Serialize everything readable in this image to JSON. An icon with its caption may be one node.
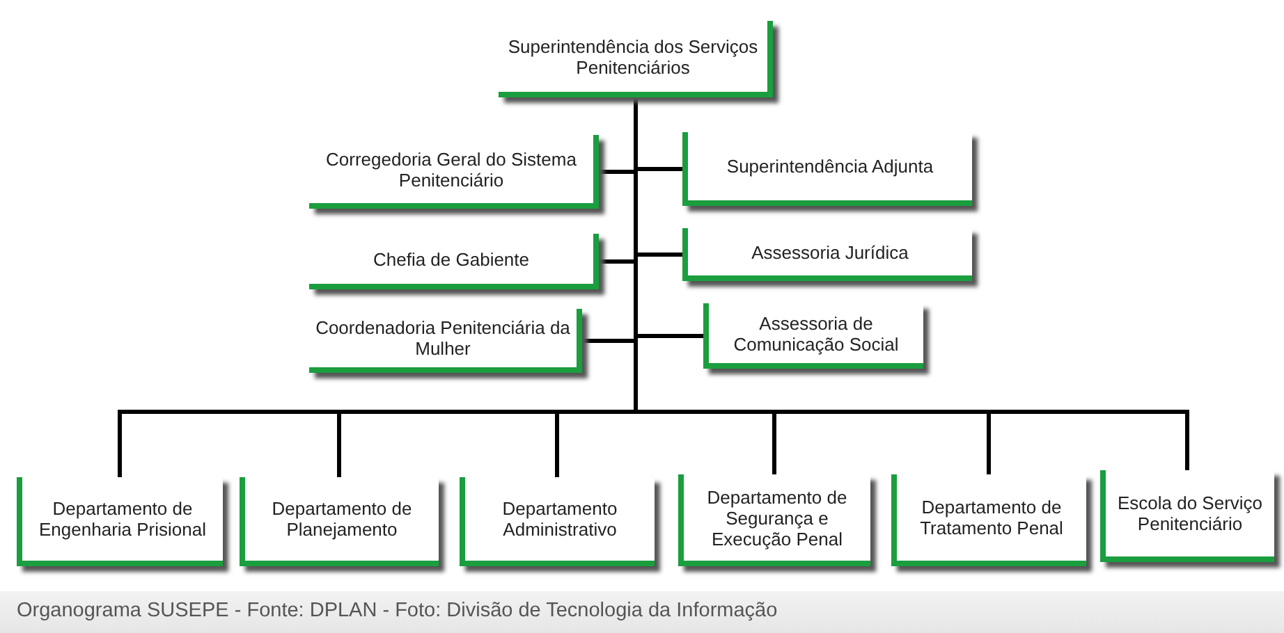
{
  "diagram": {
    "caption": "Organograma SUSEPE - Fonte: DPLAN - Foto: Divisão de Tecnologia da Informação",
    "nodes": [
      {
        "text": [
          "Superintendência dos Serviços Penitenciários"
        ]
      },
      {
        "text": [
          "Corregedoria Geral do Sistema Penitenciário"
        ]
      },
      {
        "text": [
          "Superintendência Adjunta"
        ]
      },
      {
        "text": [
          "Chefia de Gabiente"
        ]
      },
      {
        "text": [
          "Assessoria Jurídica"
        ]
      },
      {
        "text": [
          "Coordenadoria Penitenciária da Mulher"
        ]
      },
      {
        "text": [
          "Assessoria de Comunicação Social"
        ]
      },
      {
        "text": [
          "Departamento de Engenharia Prisional"
        ]
      },
      {
        "text": [
          "Departamento de Planejamento"
        ]
      },
      {
        "text": [
          "Departamento Administrativo"
        ]
      },
      {
        "text": [
          "Departamento de Segurança e Execução Penal"
        ]
      },
      {
        "text": [
          "Departamento de Tratamento Penal"
        ]
      },
      {
        "text": [
          "Escola do Serviço Penitenciário"
        ]
      }
    ],
    "edges": [
      {
        "from": 0,
        "to": 1,
        "arrow": "none"
      },
      {
        "from": 0,
        "to": 2,
        "arrow": "none"
      },
      {
        "from": 0,
        "to": 3,
        "arrow": "none"
      },
      {
        "from": 0,
        "to": 4,
        "arrow": "none"
      },
      {
        "from": 0,
        "to": 5,
        "arrow": "none"
      },
      {
        "from": 0,
        "to": 6,
        "arrow": "none"
      },
      {
        "from": 0,
        "to": 7,
        "arrow": "none"
      },
      {
        "from": 0,
        "to": 8,
        "arrow": "none"
      },
      {
        "from": 0,
        "to": 9,
        "arrow": "none"
      },
      {
        "from": 0,
        "to": 10,
        "arrow": "none"
      },
      {
        "from": 0,
        "to": 11,
        "arrow": "none"
      },
      {
        "from": 0,
        "to": 12,
        "arrow": "none"
      }
    ]
  }
}
